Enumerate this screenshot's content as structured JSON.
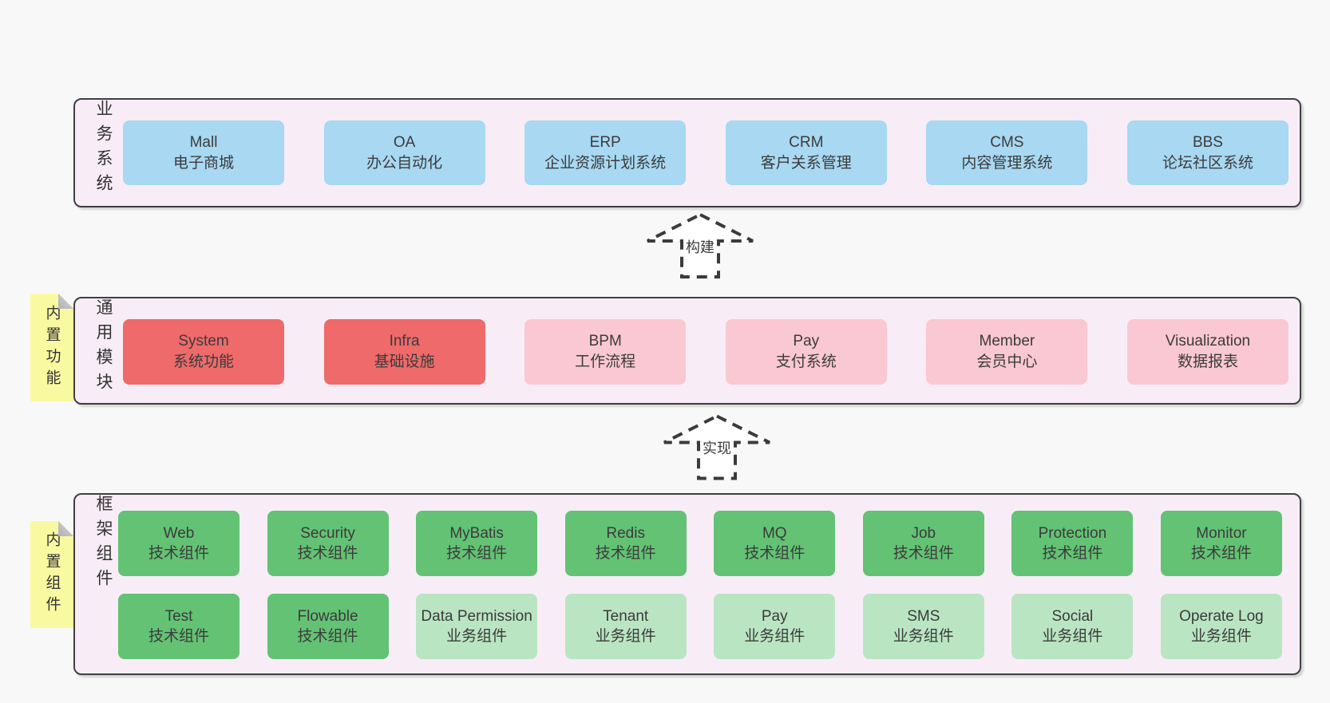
{
  "colors": {
    "page_bg": "#f8f8f8",
    "band_bg": "#f8edf6",
    "band_border": "#3f3f3f",
    "blue_box": "#a8d8f2",
    "red_box": "#ef6a6a",
    "pink_box": "#fac8d2",
    "green_box": "#63c274",
    "lightgreen_box": "#bae5c3",
    "sticky_yellow": "#f9f9a2"
  },
  "arrows": [
    {
      "label": "构建"
    },
    {
      "label": "实现"
    }
  ],
  "bands": [
    {
      "side_label": "业务系统",
      "boxes": [
        {
          "title": "Mall",
          "subtitle": "电子商城"
        },
        {
          "title": "OA",
          "subtitle": "办公自动化"
        },
        {
          "title": "ERP",
          "subtitle": "企业资源计划系统"
        },
        {
          "title": "CRM",
          "subtitle": "客户关系管理"
        },
        {
          "title": "CMS",
          "subtitle": "内容管理系统"
        },
        {
          "title": "BBS",
          "subtitle": "论坛社区系统"
        }
      ]
    },
    {
      "side_label": "通用模块",
      "sticky": "内置功能",
      "boxes": [
        {
          "title": "System",
          "subtitle": "系统功能"
        },
        {
          "title": "Infra",
          "subtitle": "基础设施"
        },
        {
          "title": "BPM",
          "subtitle": "工作流程"
        },
        {
          "title": "Pay",
          "subtitle": "支付系统"
        },
        {
          "title": "Member",
          "subtitle": "会员中心"
        },
        {
          "title": "Visualization",
          "subtitle": "数据报表"
        }
      ]
    },
    {
      "side_label": "框架组件",
      "sticky": "内置组件",
      "rows": [
        [
          {
            "title": "Web",
            "subtitle": "技术组件"
          },
          {
            "title": "Security",
            "subtitle": "技术组件"
          },
          {
            "title": "MyBatis",
            "subtitle": "技术组件"
          },
          {
            "title": "Redis",
            "subtitle": "技术组件"
          },
          {
            "title": "MQ",
            "subtitle": "技术组件"
          },
          {
            "title": "Job",
            "subtitle": "技术组件"
          },
          {
            "title": "Protection",
            "subtitle": "技术组件"
          },
          {
            "title": "Monitor",
            "subtitle": "技术组件"
          }
        ],
        [
          {
            "title": "Test",
            "subtitle": "技术组件"
          },
          {
            "title": "Flowable",
            "subtitle": "技术组件"
          },
          {
            "title": "Data Permission",
            "subtitle": "业务组件"
          },
          {
            "title": "Tenant",
            "subtitle": "业务组件"
          },
          {
            "title": "Pay",
            "subtitle": "业务组件"
          },
          {
            "title": "SMS",
            "subtitle": "业务组件"
          },
          {
            "title": "Social",
            "subtitle": "业务组件"
          },
          {
            "title": "Operate Log",
            "subtitle": "业务组件"
          }
        ]
      ]
    }
  ]
}
